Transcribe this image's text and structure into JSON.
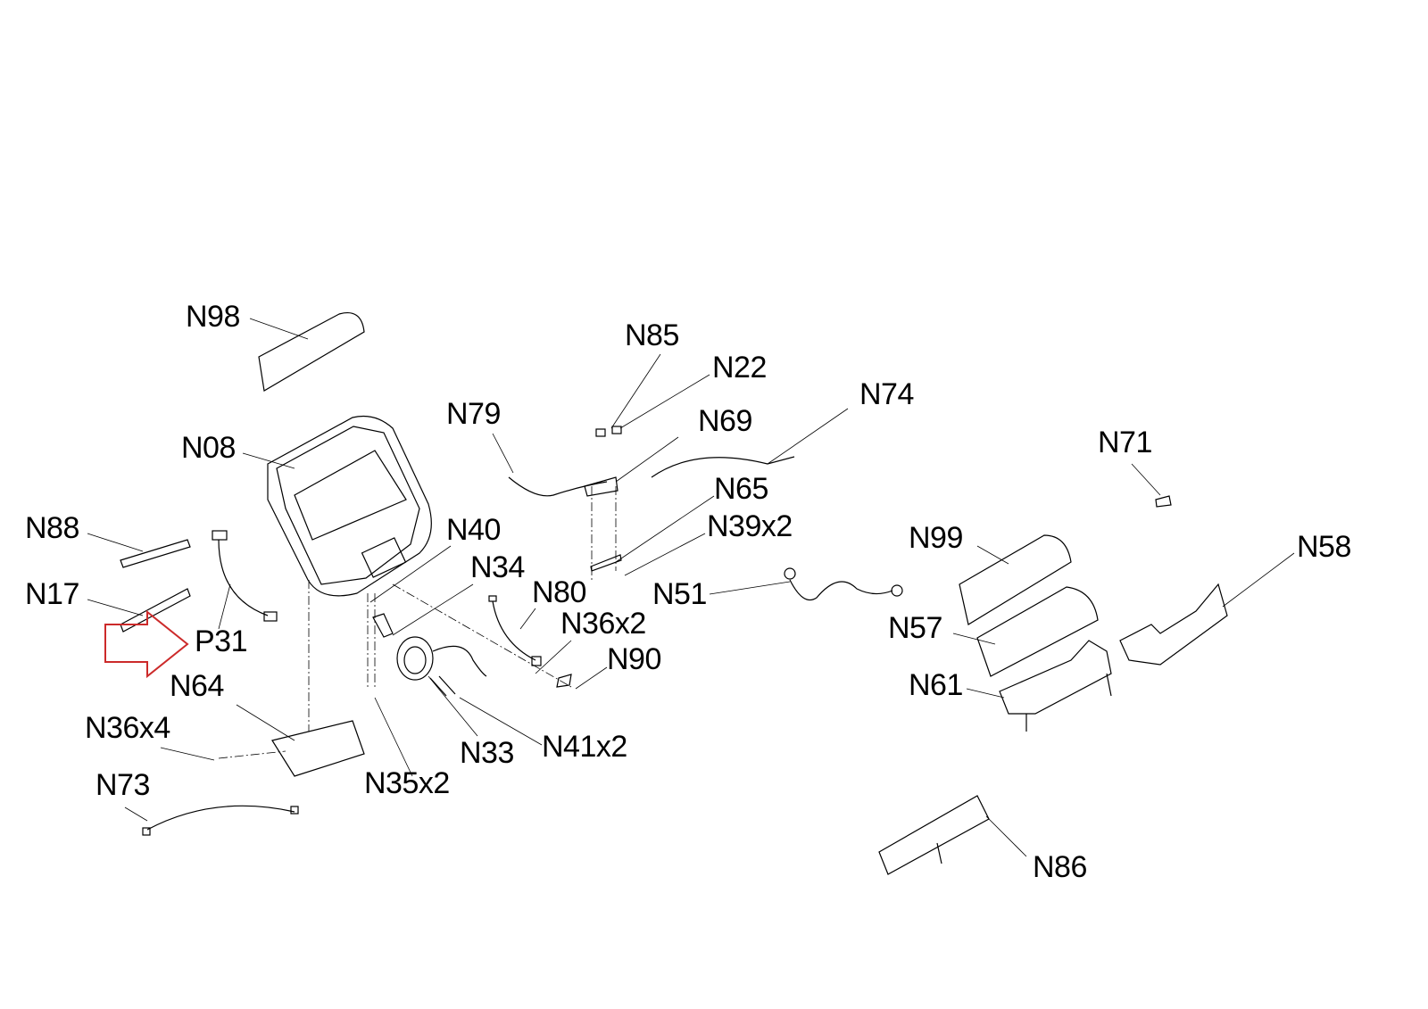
{
  "labels": {
    "n98": "N98",
    "n08": "N08",
    "n88": "N88",
    "n17": "N17",
    "p31": "P31",
    "n64": "N64",
    "n36x4": "N36x4",
    "n73": "N73",
    "n79": "N79",
    "n85": "N85",
    "n22": "N22",
    "n69": "N69",
    "n74": "N74",
    "n65": "N65",
    "n39x2": "N39x2",
    "n40": "N40",
    "n34": "N34",
    "n80": "N80",
    "n36x2": "N36x2",
    "n90": "N90",
    "n51": "N51",
    "n33": "N33",
    "n41x2": "N41x2",
    "n35x2": "N35x2",
    "n71": "N71",
    "n99": "N99",
    "n58": "N58",
    "n57": "N57",
    "n61": "N61",
    "n86": "N86"
  },
  "highlight": {
    "target": "P31",
    "arrow_color": "#cc2a2a"
  },
  "colors": {
    "line": "#000000",
    "background": "#ffffff"
  }
}
